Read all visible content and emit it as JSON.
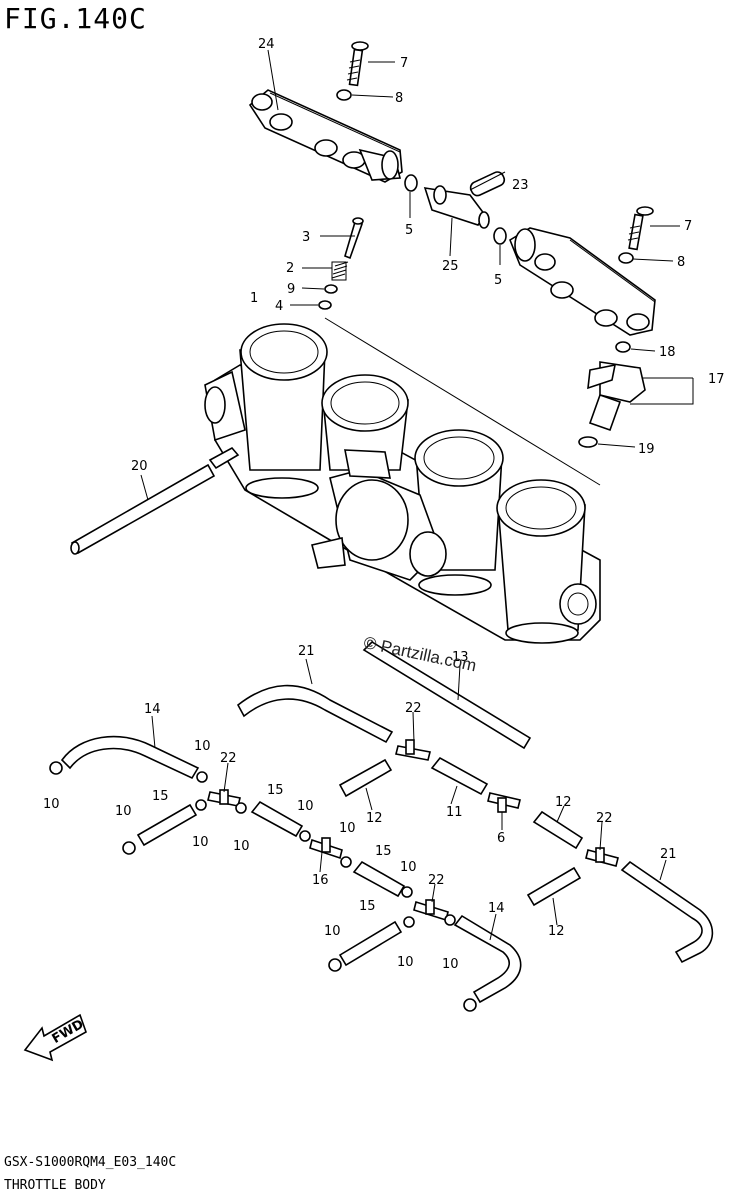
{
  "figure": {
    "title": "FIG.140C",
    "model_code": "GSX-S1000RQM4_E03_140C",
    "section_name": "THROTTLE BODY",
    "watermark": "© Partzilla.com",
    "fwd_label": "FWD"
  },
  "callouts": [
    "24",
    "7",
    "8",
    "5",
    "25",
    "23",
    "5",
    "7",
    "8",
    "3",
    "2",
    "9",
    "4",
    "1",
    "18",
    "17",
    "19",
    "20",
    "21",
    "13",
    "14",
    "22",
    "10",
    "10",
    "22",
    "15",
    "12",
    "11",
    "15",
    "10",
    "10",
    "12",
    "6",
    "10",
    "10",
    "16",
    "15",
    "10",
    "22",
    "22",
    "21",
    "15",
    "14",
    "10",
    "10",
    "12",
    "10",
    "10"
  ]
}
